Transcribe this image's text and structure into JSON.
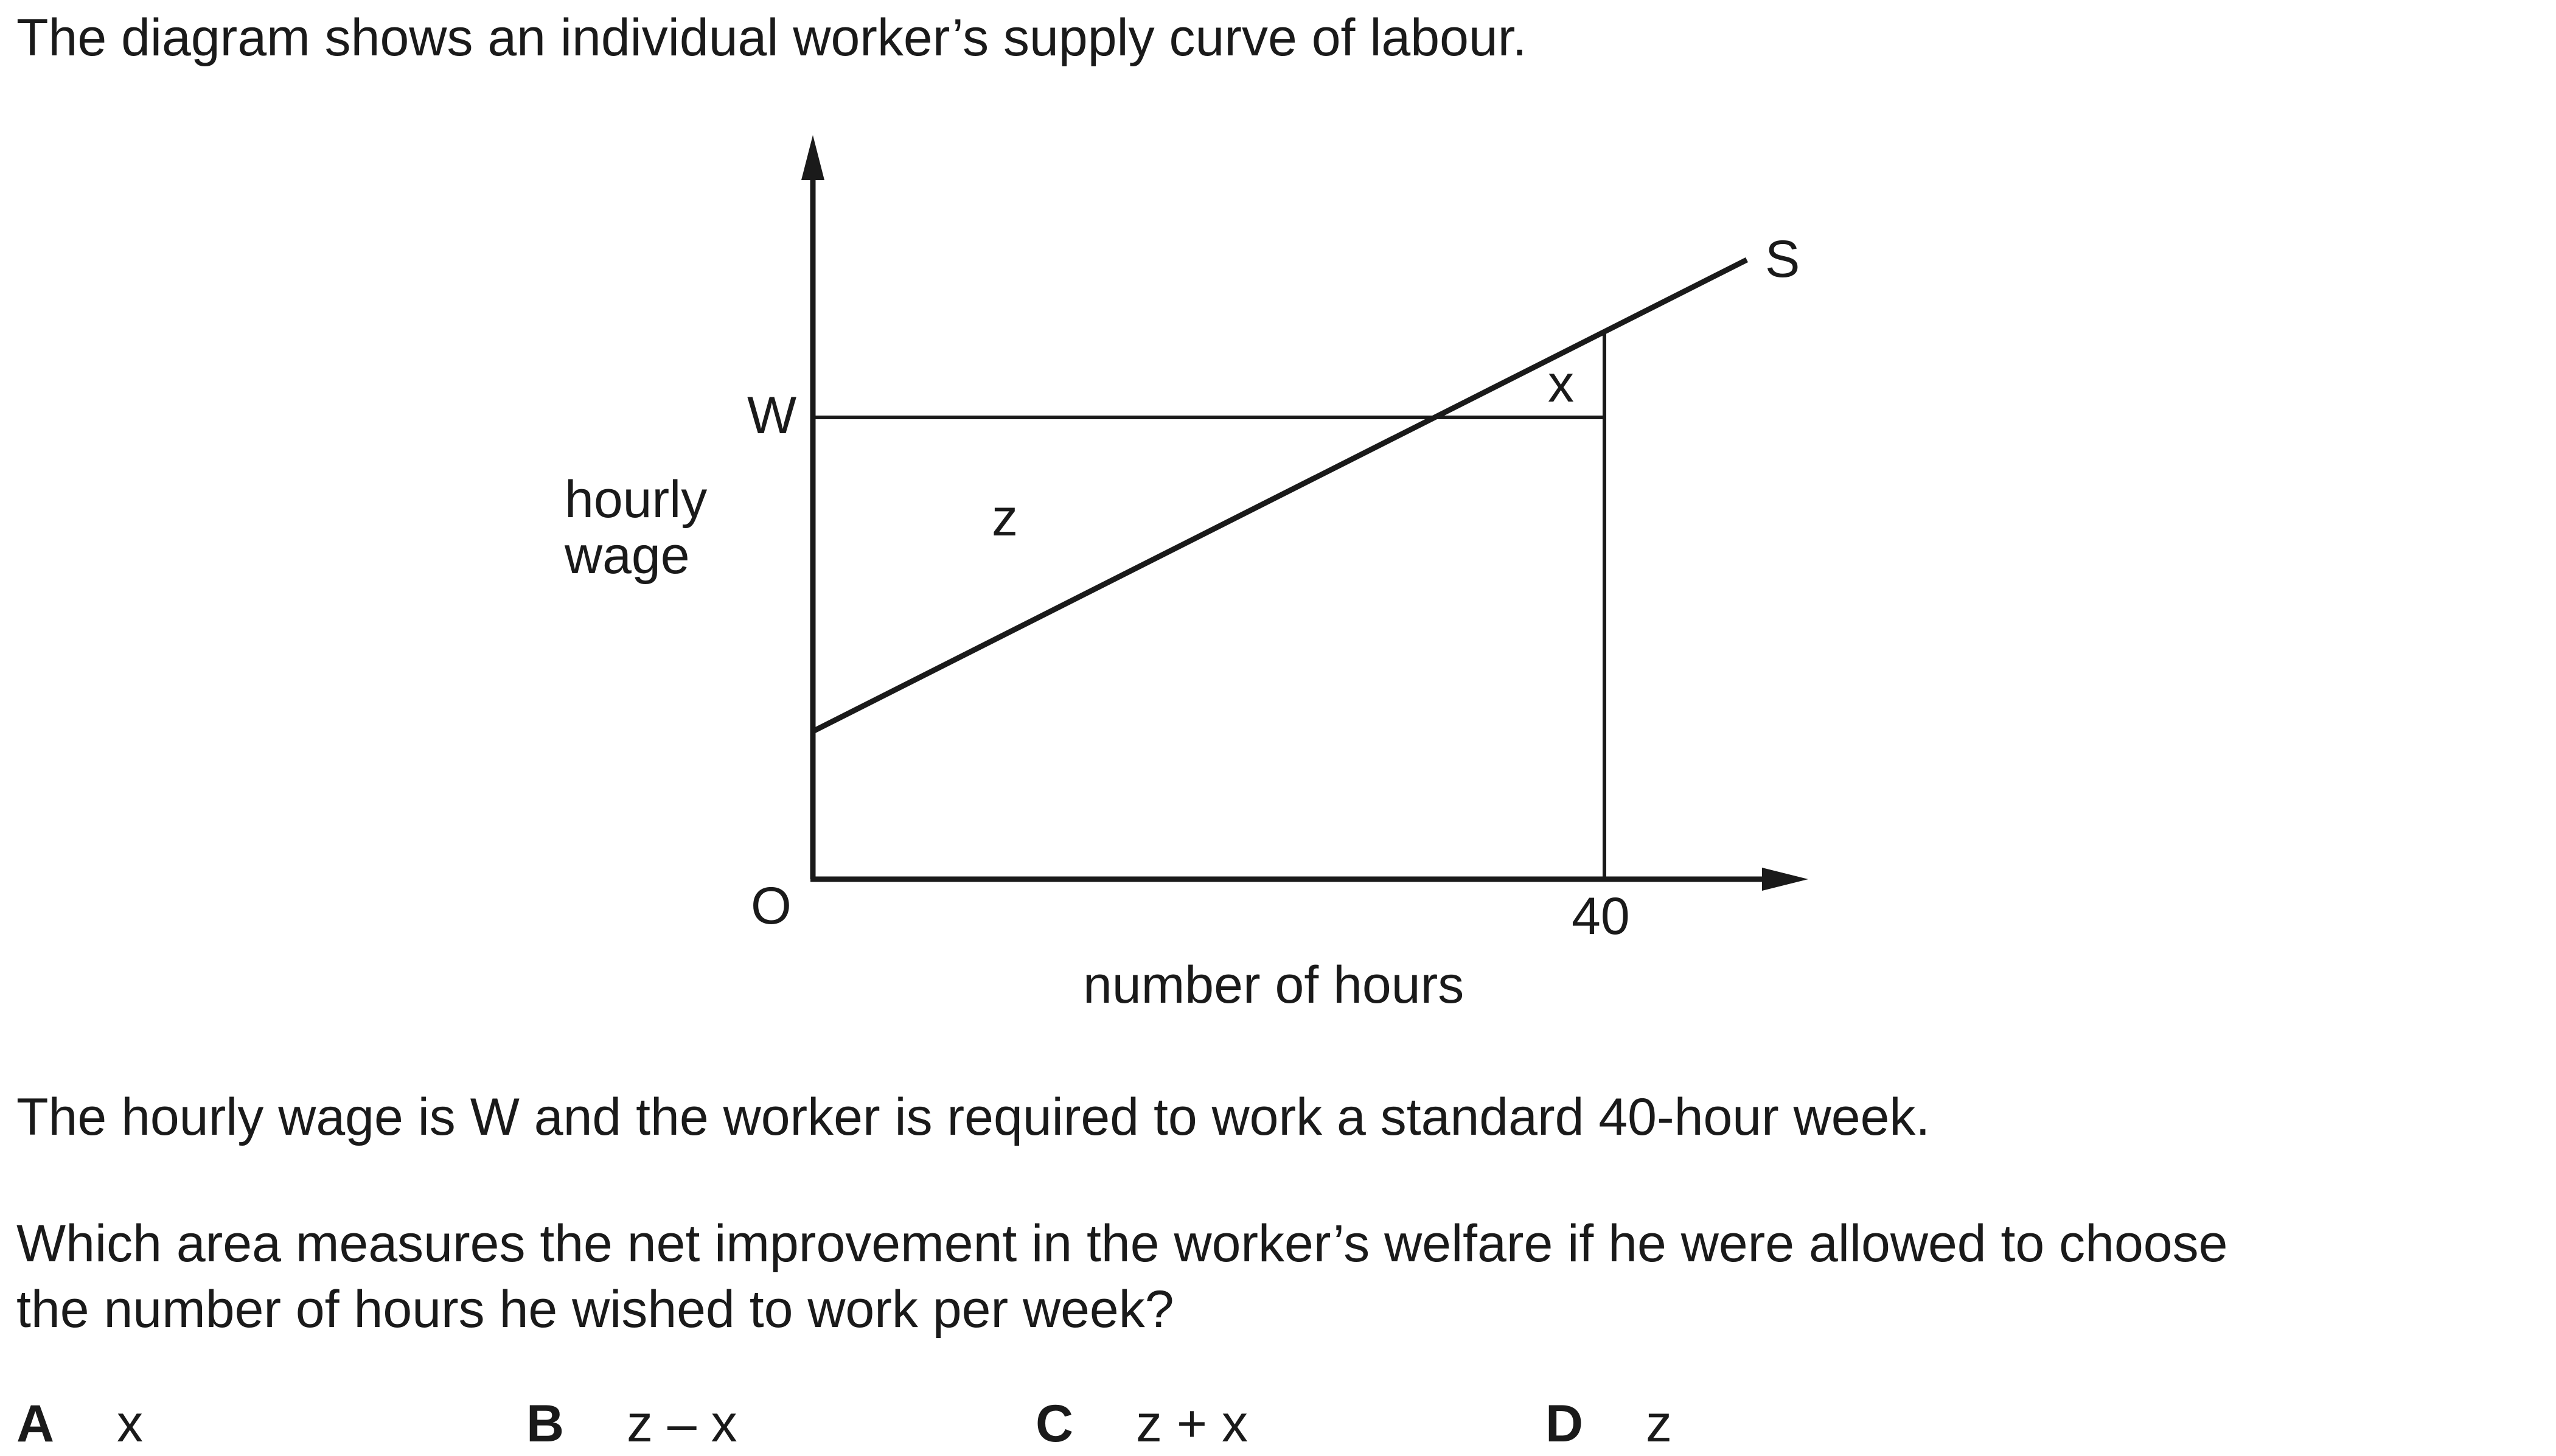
{
  "intro": "The diagram shows an individual worker’s supply curve of labour.",
  "diagram": {
    "y_axis_label_line1": "hourly",
    "y_axis_label_line2": "wage",
    "x_axis_label": "number of hours",
    "origin_label": "O",
    "wage_label": "W",
    "hours_label": "40",
    "curve_label": "S",
    "area_z_label": "z",
    "area_x_label": "x"
  },
  "statement": "The hourly wage is W and the worker is required to work a standard 40-hour week.",
  "question": {
    "line1": "Which area measures the net improvement in the worker’s welfare if he were allowed to choose",
    "line2": "the number of hours he wished to work per week?"
  },
  "options": [
    {
      "letter": "A",
      "text": "x"
    },
    {
      "letter": "B",
      "text": "z – x"
    },
    {
      "letter": "C",
      "text": "z + x"
    },
    {
      "letter": "D",
      "text": "z"
    }
  ],
  "colors": {
    "ink": "#1a1a1a"
  }
}
